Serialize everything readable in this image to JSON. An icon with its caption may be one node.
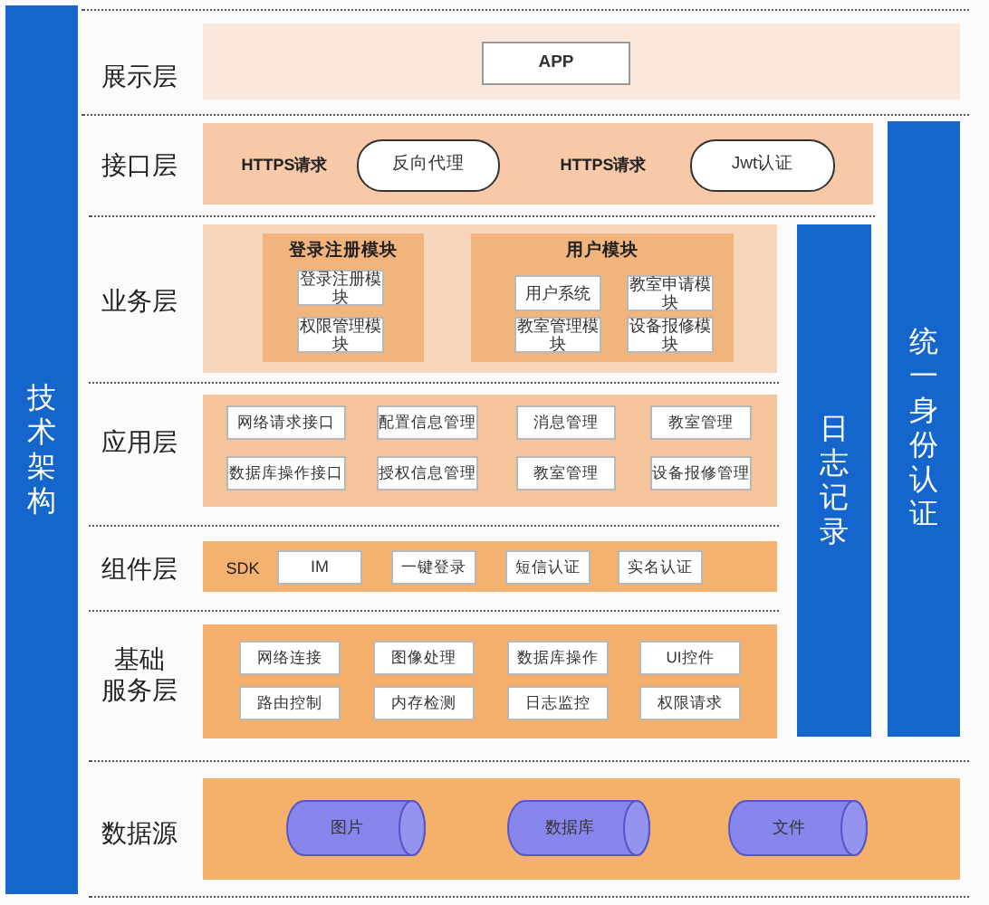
{
  "diagram": {
    "nodes": [
      {
        "text": [
          "技术架构"
        ]
      },
      {
        "text": [],
        "shape": "box",
        "beside": [
          "展示层"
        ]
      },
      {
        "text": [
          "APP"
        ],
        "in": 1
      },
      {
        "text": [
          "HTTPS请求",
          "HTTPS请求"
        ],
        "beside": [
          "接口层"
        ]
      },
      {
        "text": [
          "反向代理"
        ],
        "in": 3
      },
      {
        "text": [
          "Jwt认证"
        ],
        "in": 3
      },
      {
        "text": [
          "统一身份认证"
        ]
      },
      {
        "text": [],
        "shape": "box",
        "beside": [
          "业务层"
        ]
      },
      {
        "text": [
          "登录注册模块"
        ],
        "in": 7
      },
      {
        "text": [
          "登录注册模块"
        ],
        "in": 8
      },
      {
        "text": [
          "权限管理模块"
        ],
        "in": 8
      },
      {
        "text": [
          "用户模块"
        ],
        "in": 7
      },
      {
        "text": [
          "用户系统"
        ],
        "in": 11
      },
      {
        "text": [
          "教室申请模块"
        ],
        "in": 11
      },
      {
        "text": [
          "教室管理模块"
        ],
        "in": 11
      },
      {
        "text": [
          "设备报修模块"
        ],
        "in": 11
      },
      {
        "text": [
          "日志记录"
        ]
      },
      {
        "text": [],
        "shape": "box",
        "beside": [
          "应用层"
        ]
      },
      {
        "text": [
          "网络请求接口"
        ],
        "in": 17
      },
      {
        "text": [
          "配置信息管理"
        ],
        "in": 17
      },
      {
        "text": [
          "消息管理"
        ],
        "in": 17
      },
      {
        "text": [
          "教室管理"
        ],
        "in": 17
      },
      {
        "text": [
          "数据库操作接口"
        ],
        "in": 17
      },
      {
        "text": [
          "授权信息管理"
        ],
        "in": 17
      },
      {
        "text": [
          "教室管理"
        ],
        "in": 17
      },
      {
        "text": [
          "设备报修管理"
        ],
        "in": 17
      },
      {
        "text": [
          "SDK"
        ],
        "beside": [
          "组件层"
        ]
      },
      {
        "text": [
          "IM"
        ],
        "in": 26
      },
      {
        "text": [
          "一键登录"
        ],
        "in": 26
      },
      {
        "text": [
          "短信认证"
        ],
        "in": 26
      },
      {
        "text": [
          "实名认证"
        ],
        "in": 26
      },
      {
        "text": [],
        "shape": "box",
        "beside": [
          "基础服务层"
        ]
      },
      {
        "text": [
          "网络连接"
        ],
        "in": 31
      },
      {
        "text": [
          "图像处理"
        ],
        "in": 31
      },
      {
        "text": [
          "数据库操作"
        ],
        "in": 31
      },
      {
        "text": [
          "UI控件"
        ],
        "in": 31
      },
      {
        "text": [
          "路由控制"
        ],
        "in": 31
      },
      {
        "text": [
          "内存检测"
        ],
        "in": 31
      },
      {
        "text": [
          "日志监控"
        ],
        "in": 31
      },
      {
        "text": [
          "权限请求"
        ],
        "in": 31
      },
      {
        "text": [],
        "shape": "box",
        "beside": [
          "数据源"
        ]
      },
      {
        "text": [
          "图片"
        ],
        "in": 40
      },
      {
        "text": [
          "数据库"
        ],
        "in": 40
      },
      {
        "text": [
          "文件"
        ],
        "in": 40
      }
    ]
  }
}
